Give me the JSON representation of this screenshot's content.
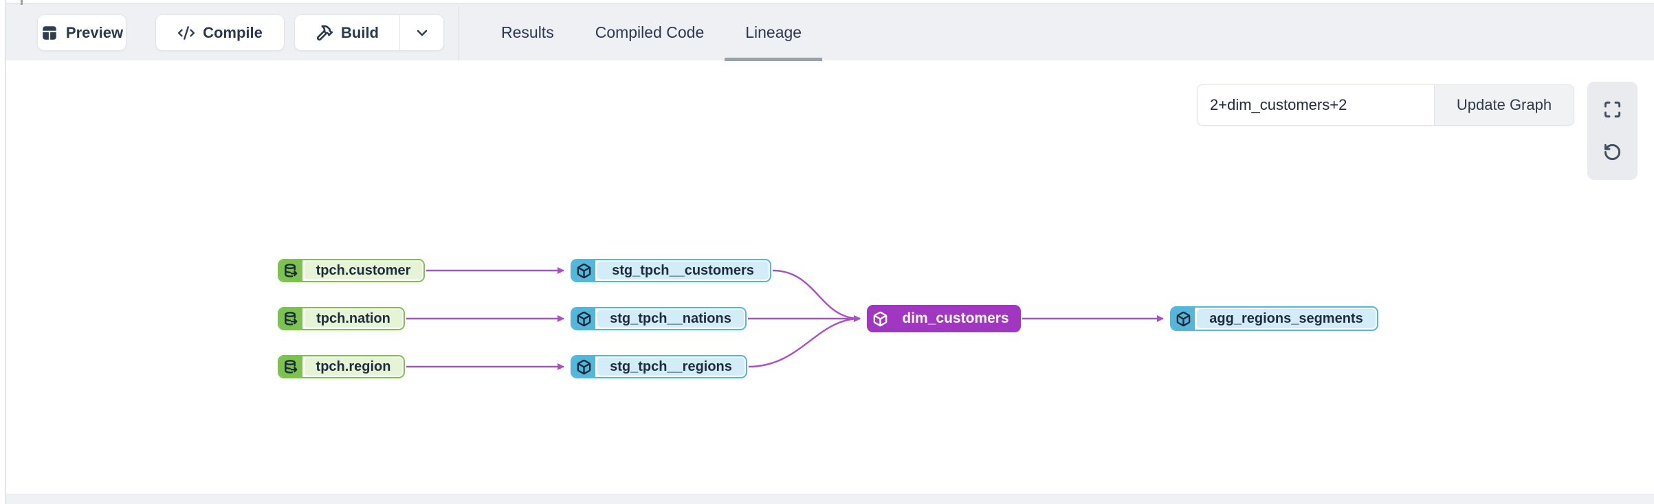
{
  "toolbar": {
    "preview_label": "Preview",
    "compile_label": "Compile",
    "build_label": "Build"
  },
  "tabs": [
    {
      "label": "Results",
      "active": false
    },
    {
      "label": "Compiled Code",
      "active": false
    },
    {
      "label": "Lineage",
      "active": true
    }
  ],
  "lineage": {
    "selector_value": "2+dim_customers+2",
    "update_button_label": "Update Graph",
    "nodes": [
      {
        "label": "tpch.customer",
        "type": "source",
        "icon": "database-icon"
      },
      {
        "label": "tpch.nation",
        "type": "source",
        "icon": "database-icon"
      },
      {
        "label": "tpch.region",
        "type": "source",
        "icon": "database-icon"
      },
      {
        "label": "stg_tpch__customers",
        "type": "model",
        "icon": "cube-icon"
      },
      {
        "label": "stg_tpch__nations",
        "type": "model",
        "icon": "cube-icon"
      },
      {
        "label": "stg_tpch__regions",
        "type": "model",
        "icon": "cube-icon"
      },
      {
        "label": "dim_customers",
        "type": "model-selected",
        "icon": "cube-icon"
      },
      {
        "label": "agg_regions_segments",
        "type": "model",
        "icon": "cube-icon"
      }
    ],
    "edges": [
      {
        "from": "tpch.customer",
        "to": "stg_tpch__customers"
      },
      {
        "from": "tpch.nation",
        "to": "stg_tpch__nations"
      },
      {
        "from": "tpch.region",
        "to": "stg_tpch__regions"
      },
      {
        "from": "stg_tpch__customers",
        "to": "dim_customers"
      },
      {
        "from": "stg_tpch__nations",
        "to": "dim_customers"
      },
      {
        "from": "stg_tpch__regions",
        "to": "dim_customers"
      },
      {
        "from": "dim_customers",
        "to": "agg_regions_segments"
      }
    ]
  },
  "colors": {
    "source_green": "#7bc24e",
    "source_green_light": "#e4f4d5",
    "model_blue": "#54b6d8",
    "model_blue_light": "#d3edf8",
    "selected_purple": "#a136c1",
    "edge_purple": "#a94fc8",
    "toolbar_bg": "#eef0f4",
    "tab_underline": "#99a1ab",
    "text_dark": "#1e2b3e"
  }
}
